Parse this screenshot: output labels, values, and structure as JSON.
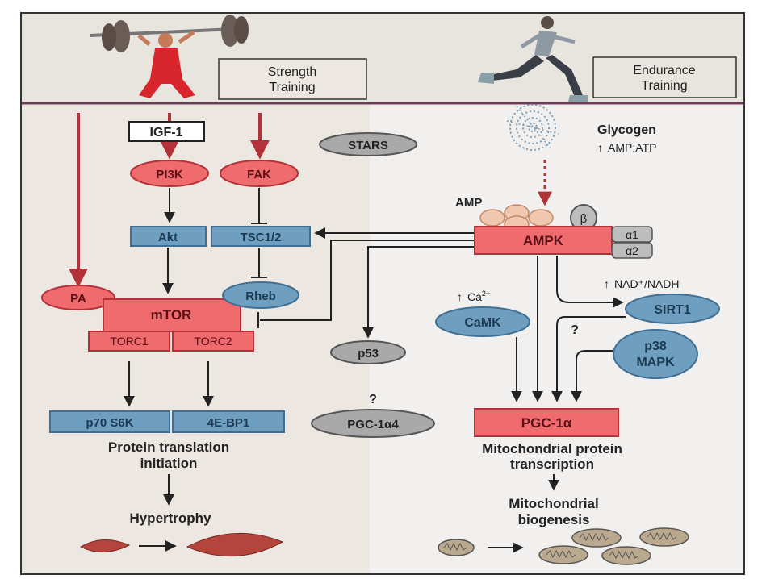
{
  "header": {
    "strength_label_line1": "Strength",
    "strength_label_line2": "Training",
    "endurance_label_line1": "Endurance",
    "endurance_label_line2": "Training"
  },
  "strength": {
    "igf1": "IGF-1",
    "pi3k": "PI3K",
    "fak": "FAK",
    "akt": "Akt",
    "tsc": "TSC1/2",
    "pa": "PA",
    "rheb": "Rheb",
    "mtor": "mTOR",
    "torc1": "TORC1",
    "torc2": "TORC2",
    "p70": "p70 S6K",
    "ebp1": "4E-BP1",
    "translation_line1": "Protein translation",
    "translation_line2": "initiation",
    "hypertrophy": "Hypertrophy"
  },
  "middle": {
    "stars": "STARS",
    "p53": "p53",
    "question": "?",
    "pgc1a4": "PGC-1α4"
  },
  "endurance": {
    "glycogen": "Glycogen",
    "amp_atp": "AMP:ATP",
    "amp": "AMP",
    "beta": "β",
    "ampk": "AMPK",
    "alpha1": "α1",
    "alpha2": "α2",
    "ca_prefix": "Ca",
    "ca_sup": "2+",
    "camk": "CaMK",
    "nad_label": "NAD⁺/NADH",
    "sirt1": "SIRT1",
    "question": "?",
    "p38_line1": "p38",
    "p38_line2": "MAPK",
    "pgc1a": "PGC-1α",
    "transcription_line1": "Mitochondrial protein",
    "transcription_line2": "transcription",
    "biogenesis_line1": "Mitochondrial",
    "biogenesis_line2": "biogenesis",
    "up_arrow": "🡅"
  },
  "colors": {
    "red_fill": "#f06b6e",
    "red_stroke": "#b3323a",
    "blue_fill": "#6f9fc0",
    "blue_stroke": "#3f6f93",
    "grey_fill": "#a9a9a9",
    "header_line": "#6b3d5a",
    "arrow_red": "#b3323a",
    "panel_left": "#ece7e1",
    "panel_right": "#f2f0ee"
  }
}
